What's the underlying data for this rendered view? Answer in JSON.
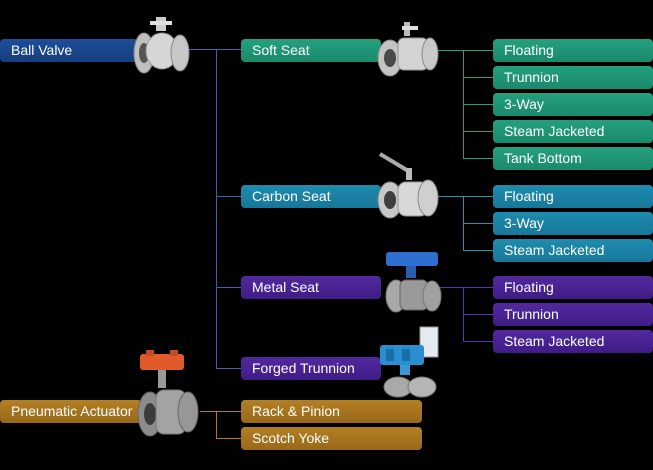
{
  "root": {
    "label": "Ball Valve"
  },
  "categories": [
    {
      "label": "Soft Seat",
      "children": [
        "Floating",
        "Trunnion",
        "3-Way",
        "Steam Jacketed",
        "Tank Bottom"
      ]
    },
    {
      "label": "Carbon Seat",
      "children": [
        "Floating",
        "3-Way",
        "Steam Jacketed"
      ]
    },
    {
      "label": "Metal Seat",
      "children": [
        "Floating",
        "Trunnion",
        "Steam Jacketed"
      ]
    },
    {
      "label": "Forged Trunnion",
      "children": []
    }
  ],
  "actuator": {
    "label": "Pneumatic Actuator",
    "children": [
      "Rack & Pinion",
      "Scotch Yoke"
    ]
  },
  "colors": {
    "root": "#1d4e9a",
    "soft": "#24a07f",
    "carbon": "#1f8cae",
    "metal": "#52299e",
    "actuator": "#b48023"
  }
}
